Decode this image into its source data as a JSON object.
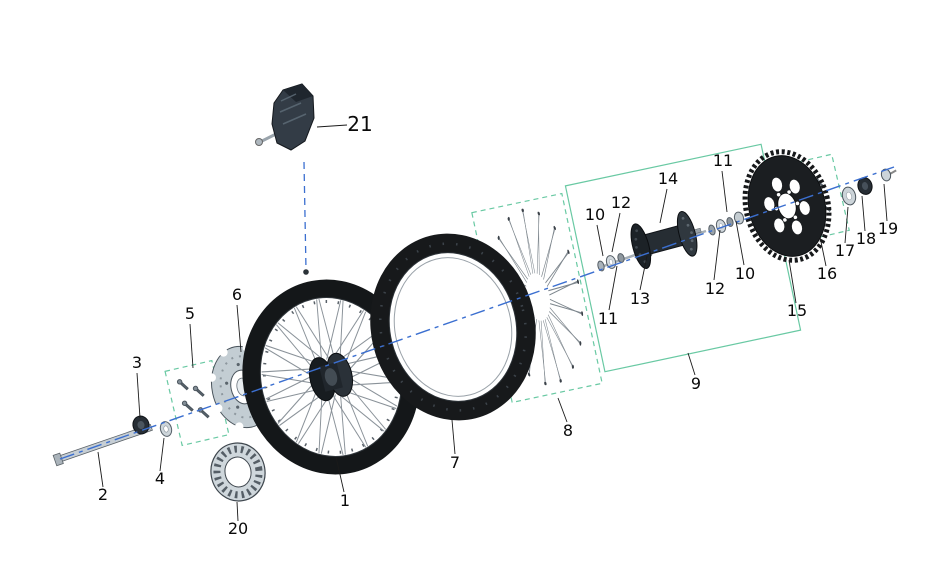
{
  "diagram": {
    "kind": "exploded-parts-diagram",
    "subject": "spoked wheel assembly with hub, sprocket and brake disc",
    "colors": {
      "background": "#ffffff",
      "centerline": "#3b6fd0",
      "group_box": "#69c9a3",
      "part_dark": "#17191b",
      "part_light": "#c9d1d7",
      "label": "#0a0a0a"
    },
    "callouts": {
      "c1": {
        "text": "1"
      },
      "c2": {
        "text": "2"
      },
      "c3": {
        "text": "3"
      },
      "c4": {
        "text": "4"
      },
      "c5": {
        "text": "5"
      },
      "c6": {
        "text": "6"
      },
      "c7": {
        "text": "7"
      },
      "c8": {
        "text": "8"
      },
      "c9": {
        "text": "9"
      },
      "c10a": {
        "text": "10"
      },
      "c10b": {
        "text": "10"
      },
      "c11a": {
        "text": "11"
      },
      "c11b": {
        "text": "11"
      },
      "c12a": {
        "text": "12"
      },
      "c12b": {
        "text": "12"
      },
      "c13": {
        "text": "13"
      },
      "c14": {
        "text": "14"
      },
      "c15": {
        "text": "15"
      },
      "c16": {
        "text": "16"
      },
      "c17": {
        "text": "17"
      },
      "c18": {
        "text": "18"
      },
      "c19": {
        "text": "19"
      },
      "c20": {
        "text": "20"
      },
      "c21": {
        "text": "21"
      }
    }
  }
}
